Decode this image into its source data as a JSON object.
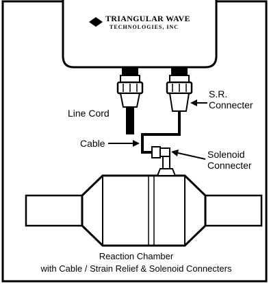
{
  "brand": {
    "line1": "TRIANGULAR WAVE",
    "line2": "TECHNOLOGIES, INC"
  },
  "labels": {
    "line_cord": "Line Cord",
    "sr_line1": "S.R.",
    "sr_line2": "Connecter",
    "cable": "Cable",
    "solenoid_line1": "Solenoid",
    "solenoid_line2": "Connecter"
  },
  "caption": {
    "line1": "Reaction Chamber",
    "line2": "with Cable / Strain Relief & Solenoid Connecters"
  }
}
